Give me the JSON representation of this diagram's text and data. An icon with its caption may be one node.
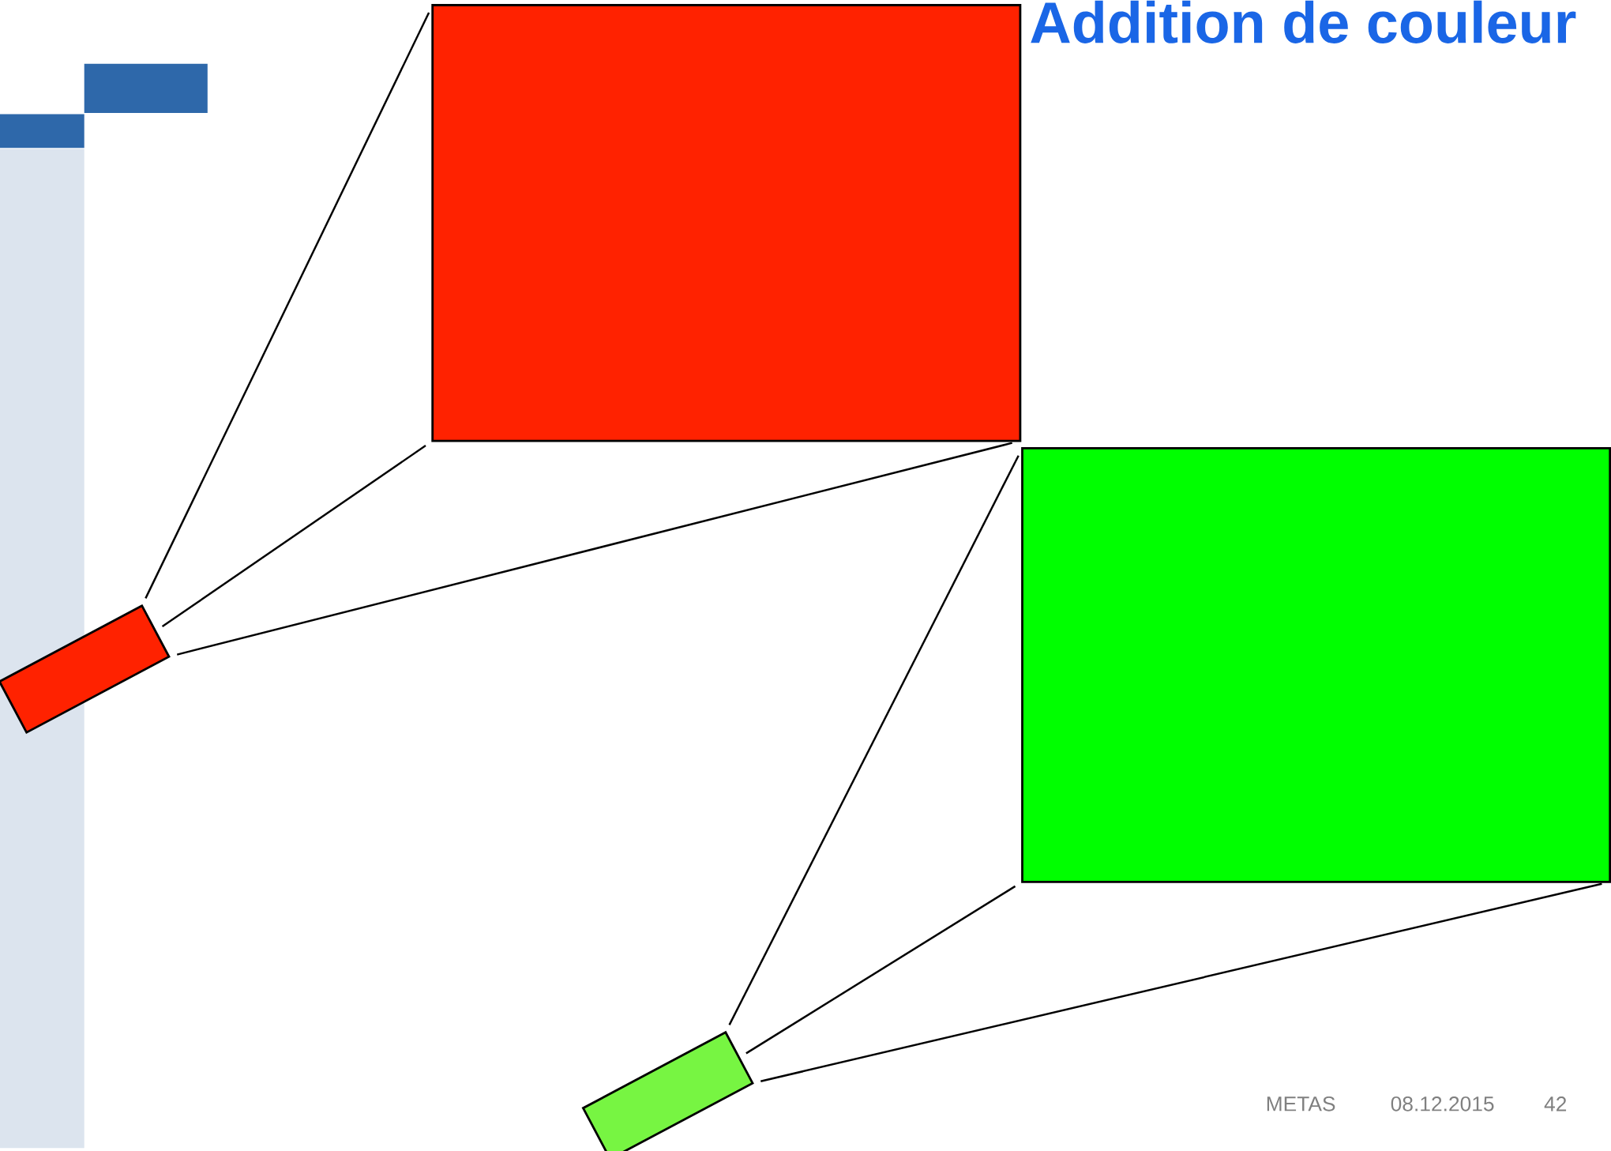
{
  "diagram": {
    "title": "Addition de couleur",
    "nodes": [
      {
        "text": [],
        "shape": "box"
      },
      {
        "text": [],
        "shape": "box"
      },
      {
        "text": [],
        "shape": "box"
      },
      {
        "text": [],
        "shape": "box"
      }
    ],
    "edges": [
      {
        "from": 2,
        "to": 0,
        "arrow": "none"
      },
      {
        "from": 2,
        "to": 0,
        "arrow": "none"
      },
      {
        "from": 2,
        "to": 0,
        "arrow": "none"
      },
      {
        "from": 3,
        "to": 1,
        "arrow": "none"
      },
      {
        "from": 3,
        "to": 1,
        "arrow": "none"
      },
      {
        "from": 3,
        "to": 1,
        "arrow": "none"
      }
    ],
    "labels": [
      "METAS",
      "08.12.2015",
      "42"
    ]
  }
}
